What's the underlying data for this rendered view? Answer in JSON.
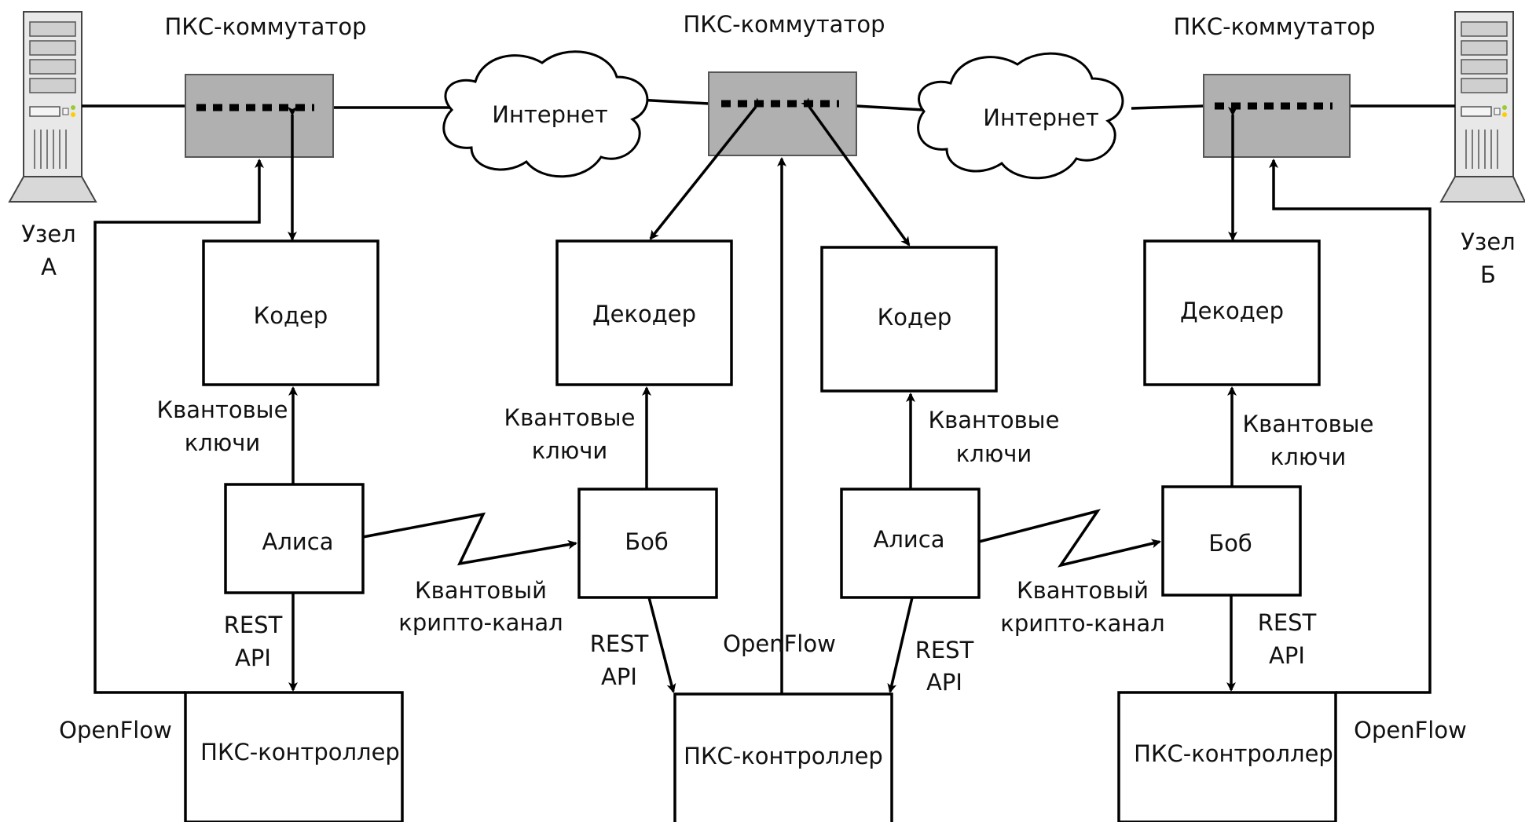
{
  "switches": {
    "left": {
      "label": "ПКС-коммутатор"
    },
    "center": {
      "label": "ПКС-коммутатор"
    },
    "right": {
      "label": "ПКС-коммутатор"
    }
  },
  "clouds": {
    "left": {
      "label": "Интернет"
    },
    "right": {
      "label": "Интернет"
    }
  },
  "nodes": {
    "a": {
      "line1": "Узел",
      "line2": "А"
    },
    "b": {
      "line1": "Узел",
      "line2": "Б"
    }
  },
  "boxes": {
    "coder_left": "Кодер",
    "decoder_center": "Декодер",
    "coder_center": "Кодер",
    "decoder_right": "Декодер",
    "alice_left": "Алиса",
    "bob_center": "Боб",
    "alice_center": "Алиса",
    "bob_right": "Боб",
    "controller_left": "ПКС-контроллер",
    "controller_center": "ПКС-контроллер",
    "controller_right": "ПКС-контроллер"
  },
  "labels": {
    "quantum_keys": {
      "line1": "Квантовые",
      "line2": "ключи"
    },
    "quantum_channel": {
      "line1": "Квантовый",
      "line2": "крипто-канал"
    },
    "rest_api": {
      "line1": "REST",
      "line2": "API"
    },
    "openflow": "OpenFlow"
  },
  "colors": {
    "switch_fill": "#b0b0b0",
    "line": "#000000",
    "background": "#ffffff"
  }
}
